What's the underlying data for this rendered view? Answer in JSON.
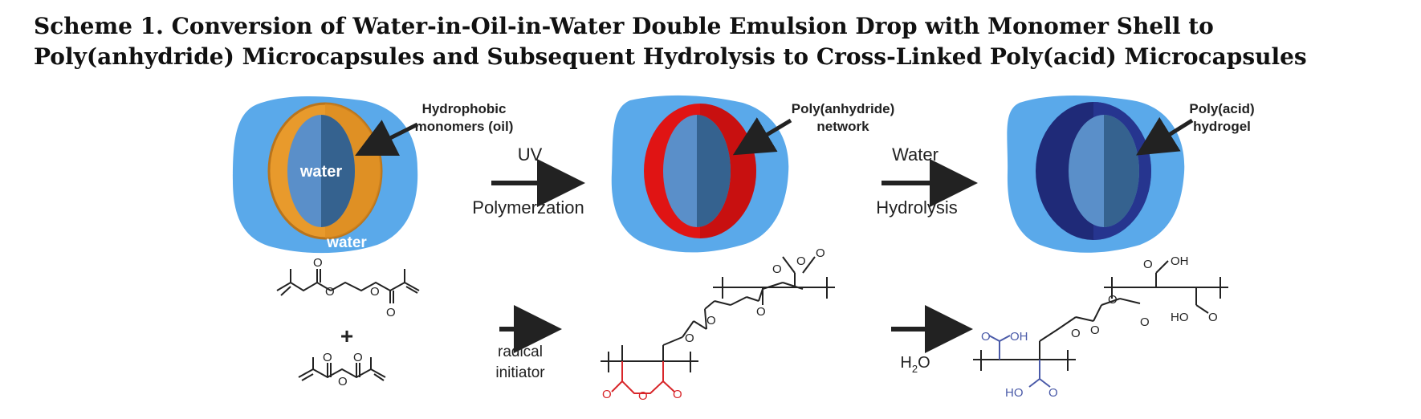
{
  "caption": {
    "label": "Scheme 1.",
    "text": "Conversion of Water-in-Oil-in-Water Double Emulsion Drop with Monomer Shell to Poly(anhydride) Microcapsules and Subsequent Hydrolysis to Cross-Linked Poly(acid) Microcapsules"
  },
  "capsules": {
    "first": {
      "inner_label": "water",
      "outer_label": "water",
      "callout_line1": "Hydrophobic",
      "callout_line2": "monomers (oil)"
    },
    "second": {
      "callout_line1": "Poly(anhydride)",
      "callout_line2": "network"
    },
    "third": {
      "callout_line1": "Poly(acid)",
      "callout_line2": "hydrogel"
    }
  },
  "arrows": {
    "step1_top": "UV",
    "step1_bottom": "Polymerzation",
    "step2_top": "Water",
    "step2_bottom": "Hydrolysis",
    "chem1_line1": "radical",
    "chem1_line2": "initiator",
    "chem2_h": "H",
    "chem2_sub": "2",
    "chem2_o": "O"
  },
  "chemistry": {
    "plus": "+",
    "O": "O",
    "OH": "OH",
    "HO": "HO"
  },
  "colors": {
    "water_blue": "#5aa9ea",
    "oil_orange": "#e89a2c",
    "anhydride_red": "#e01414",
    "acid_navy": "#1f2a78",
    "core_light": "#5a8fc9",
    "core_dark": "#35628f",
    "hydroxyl_blue": "#4a5aa8",
    "anhydride_ring_red": "#d8262a"
  }
}
